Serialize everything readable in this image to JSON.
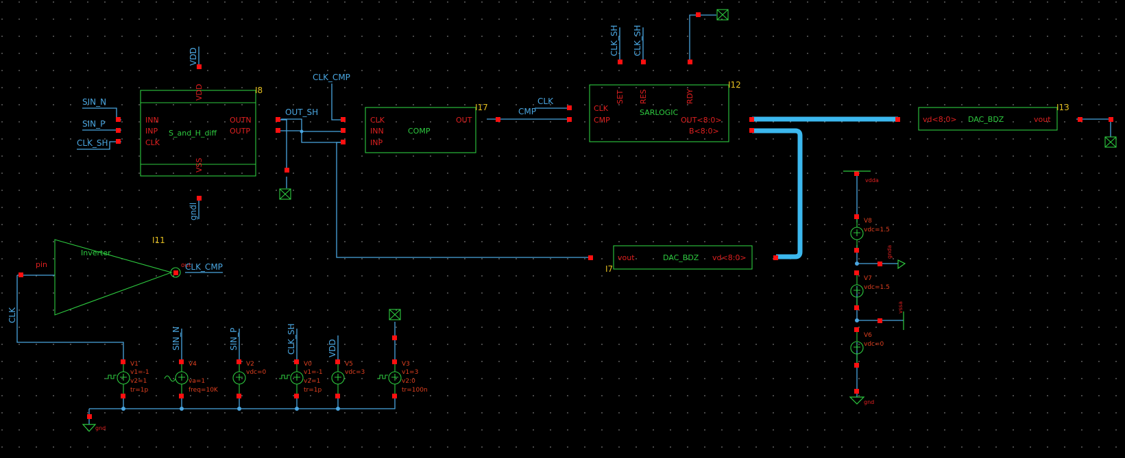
{
  "colors": {
    "background": "#000000",
    "wire": "#4aa6e0",
    "bus": "#3cb8ee",
    "symbol": "#2ecc40",
    "pin": "#ff1010",
    "instance": "#e6c020",
    "param": "#e04020"
  },
  "nets": {
    "sin_n": "SIN_N",
    "sin_p": "SIN_P",
    "clk_sh": "CLK_SH",
    "clk_cmp": "CLK_CMP",
    "out_sh": "OUT_SH",
    "clk": "CLK",
    "cmp": "CMP",
    "vdd": "VDD",
    "gndl": "gndl",
    "gnd": "gnd",
    "vdda": "vdda",
    "gnda": "gnda",
    "vssa": "vssa"
  },
  "i8": {
    "instance": "I8",
    "cell": "S_and_H_diff",
    "pins": {
      "vdd": "VDD",
      "vss": "VSS",
      "inn": "INN",
      "inp": "INP",
      "clk": "CLK",
      "outn": "OUTN",
      "outp": "OUTP"
    }
  },
  "i17": {
    "instance": "I17",
    "cell": "COMP",
    "pins": {
      "clk": "CLK",
      "inn": "INN",
      "inp": "INP",
      "out": "OUT"
    }
  },
  "i12": {
    "instance": "I12",
    "cell": "SARLOGIC",
    "pins": {
      "set": "SET",
      "res": "RES",
      "rdy": "RDY",
      "clk": "CLK",
      "cmp": "CMP",
      "out": "OUT<8:0>",
      "b": "B<8:0>"
    }
  },
  "i13": {
    "instance": "I13",
    "cell": "DAC_BDZ",
    "pins": {
      "vd": "vd<8:0>",
      "vout": "vout"
    }
  },
  "i7": {
    "instance": "I7",
    "cell": "DAC_BDZ",
    "pins": {
      "vout": "vout",
      "vd": "vd<8:0>"
    }
  },
  "i11": {
    "instance": "I11",
    "cell": "Inverter",
    "pins": {
      "pin": "pin",
      "out": "out"
    }
  },
  "sources": {
    "v1": {
      "name": "V1",
      "p1": "v1=-1",
      "p2": "v2=1",
      "p3": "tr=1p"
    },
    "v4": {
      "name": "V4",
      "p1": "va=1",
      "p2": "freq=10K"
    },
    "v2": {
      "name": "V2",
      "p1": "vdc=0"
    },
    "v0": {
      "name": "V0",
      "p1": "v1=-1",
      "p2": "v2=1",
      "p3": "tr=1p"
    },
    "v5": {
      "name": "V5",
      "p1": "vdc=3"
    },
    "v3": {
      "name": "V3",
      "p1": "v1=3",
      "p2": "v2:0",
      "p3": "tr=100n"
    },
    "v8": {
      "name": "V8",
      "p1": "vdc=1.5"
    },
    "v7": {
      "name": "V7",
      "p1": "vdc=1.5"
    },
    "v6": {
      "name": "V6",
      "p1": "vdc=0"
    }
  }
}
